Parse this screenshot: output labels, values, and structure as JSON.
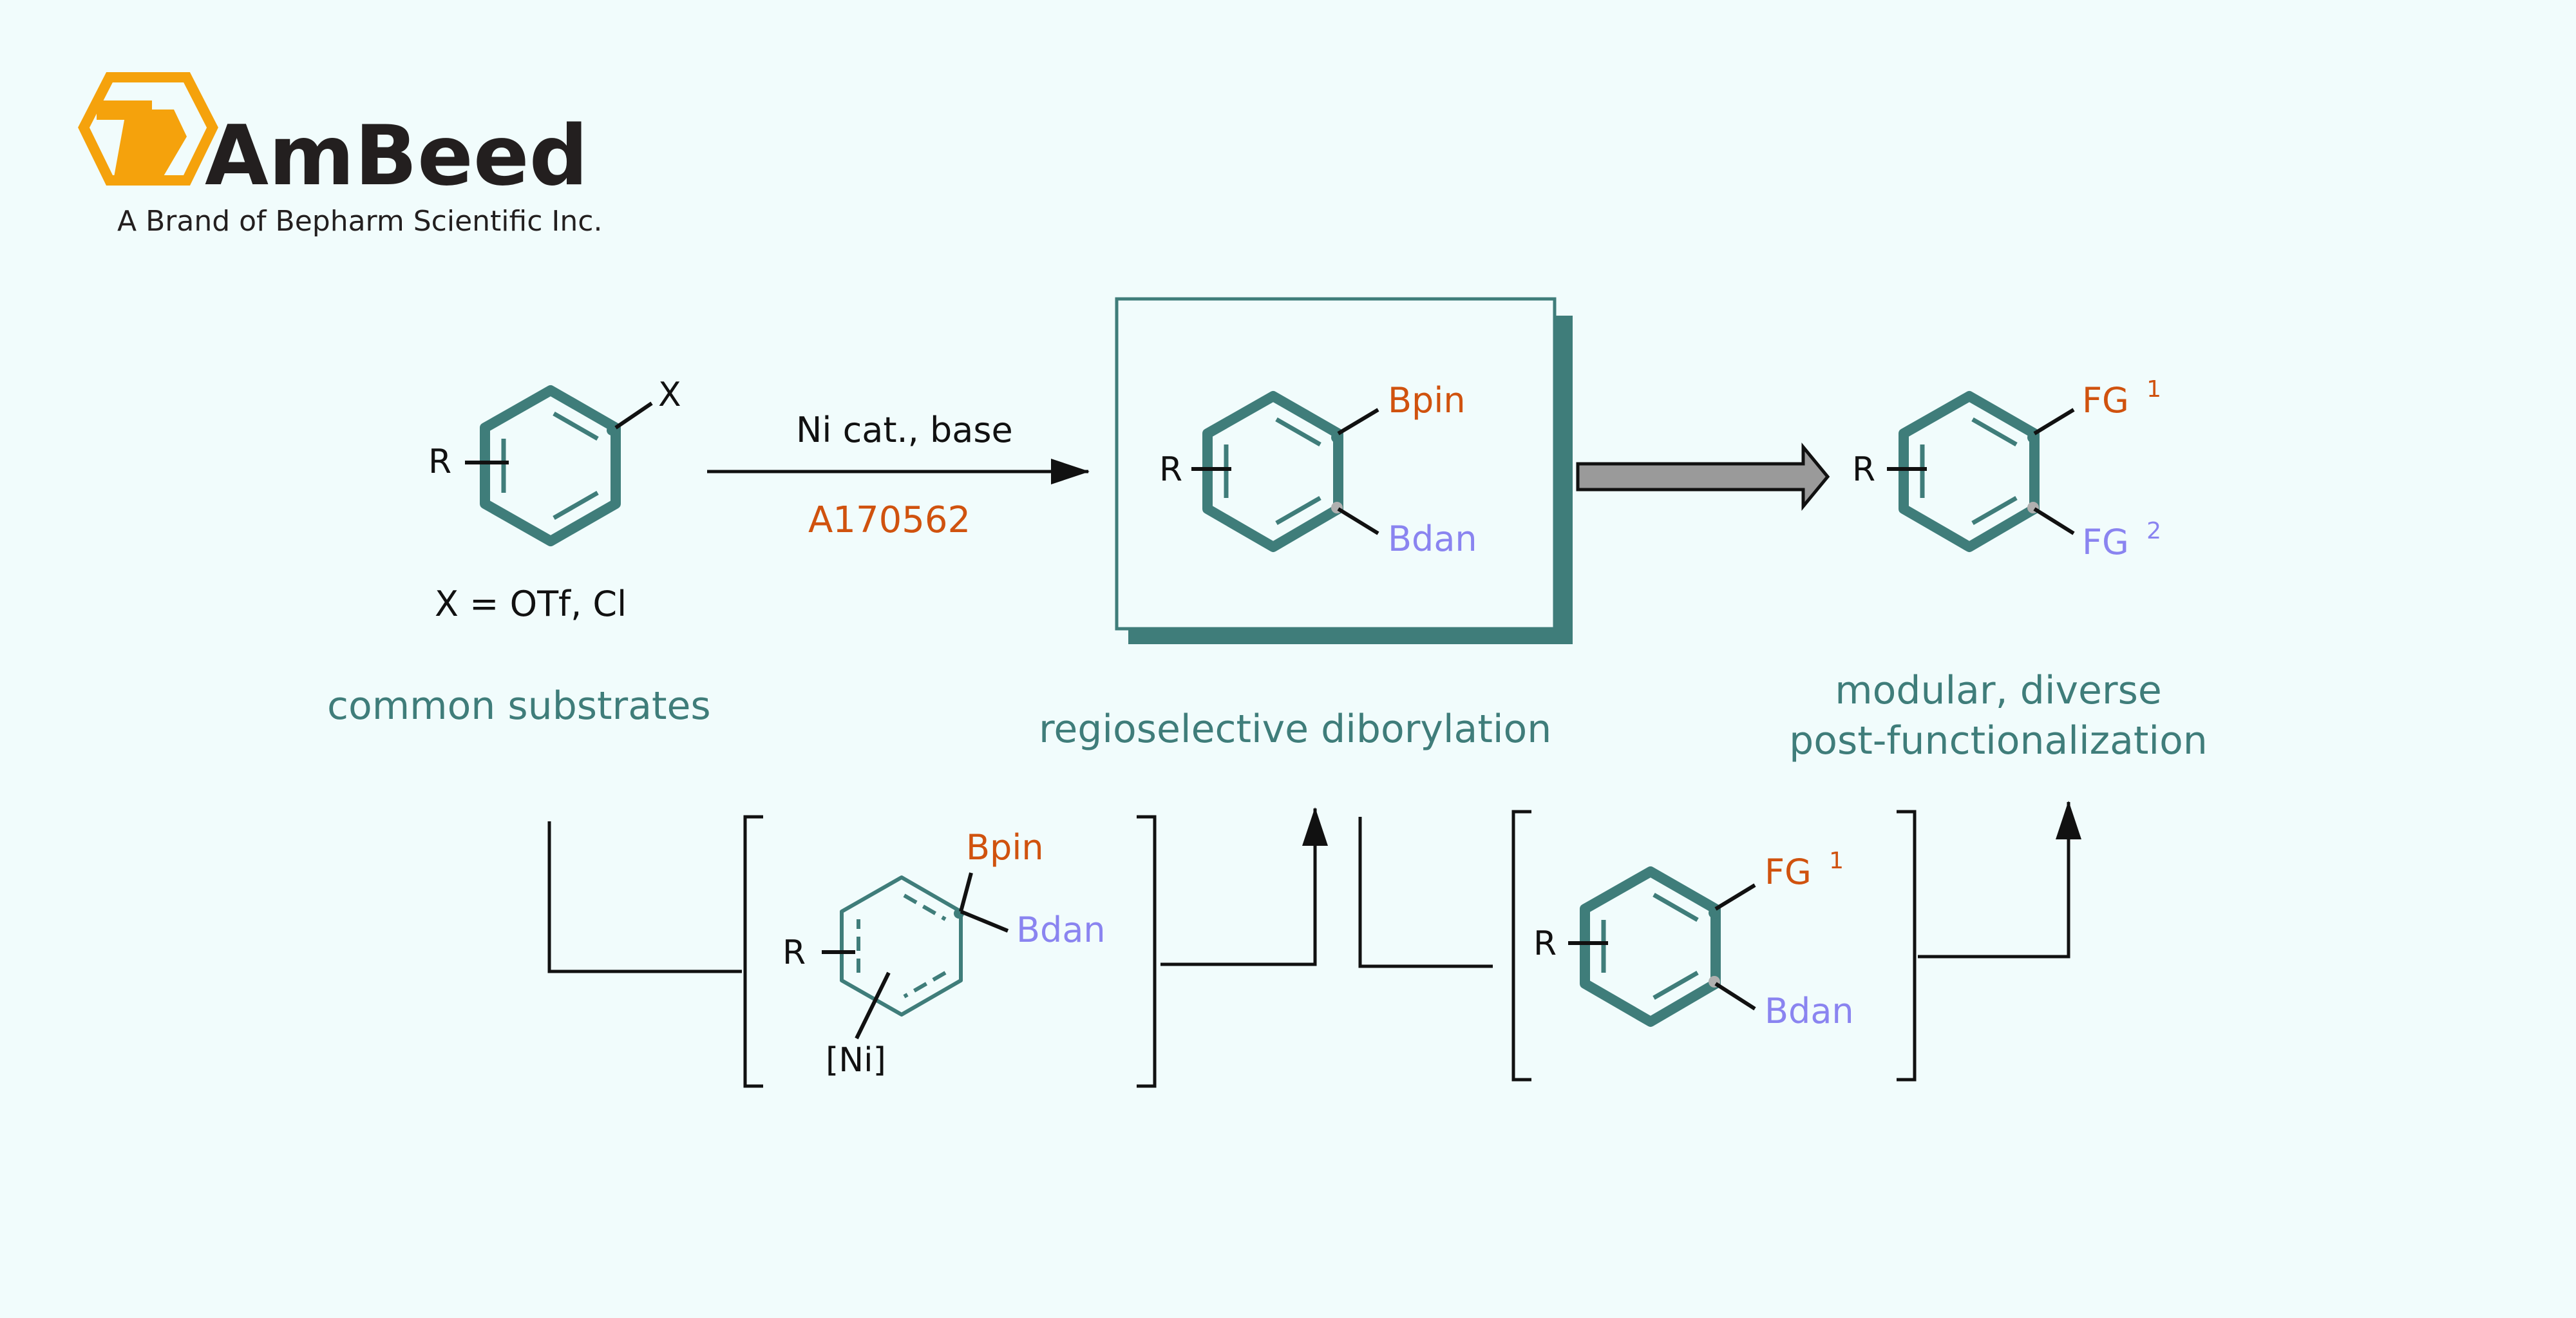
{
  "brand": {
    "logo_text": "AmBeed",
    "tagline": "A Brand of Bepharm Scientific Inc.",
    "colors": {
      "orange": "#f5a20c",
      "dark": "#231f1f"
    }
  },
  "colors": {
    "teal": "#3f7d7a",
    "caption": "#3f7d7a",
    "orange": "#d0520e",
    "lavender": "#8a84f0",
    "black": "#111111",
    "gray_arrow": "#9a9a9a",
    "gray_dot": "#b0b0b0"
  },
  "substrate": {
    "r_label": "R",
    "x_label": "X",
    "x_def": "X = OTf, Cl",
    "caption": "common substrates"
  },
  "reaction": {
    "conditions": "Ni cat., base",
    "product_code": "A170562"
  },
  "product": {
    "r_label": "R",
    "group_top": "Bpin",
    "group_bottom": "Bdan",
    "caption": "regioselective diborylation"
  },
  "final": {
    "r_label": "R",
    "fg1": "FG",
    "fg1_sup": "1",
    "fg2": "FG",
    "fg2_sup": "2",
    "caption_line1": "modular,  diverse",
    "caption_line2": "post-functionalization"
  },
  "intermediate1": {
    "r_label": "R",
    "group_top": "Bpin",
    "group_right": "Bdan",
    "metal": "[Ni]"
  },
  "intermediate2": {
    "r_label": "R",
    "fg1": "FG",
    "fg1_sup": "1",
    "group_bottom": "Bdan"
  }
}
